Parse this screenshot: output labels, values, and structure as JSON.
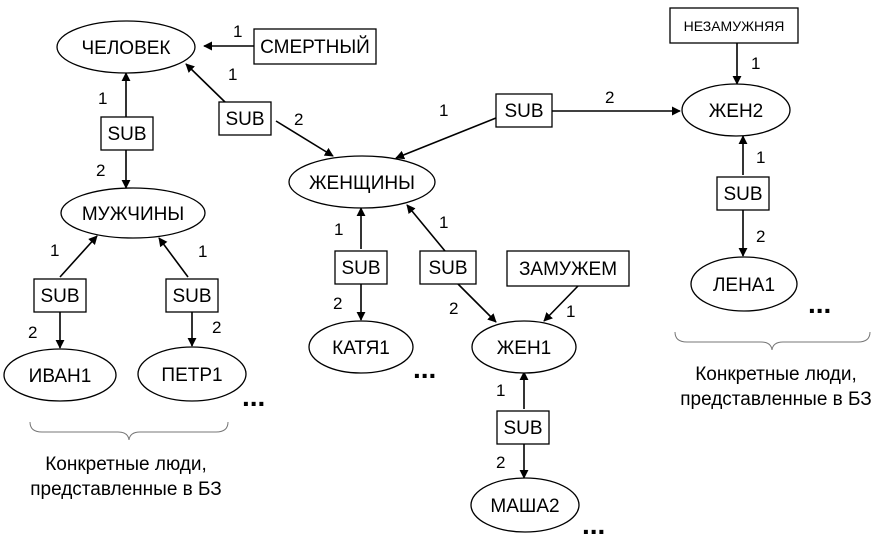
{
  "nodes": {
    "chelovek": "ЧЕЛОВЕК",
    "smertny": "СМЕРТНЫЙ",
    "muzhchiny": "МУЖЧИНЫ",
    "ivan1": "ИВАН1",
    "petr1": "ПЕТР1",
    "zhenshchiny": "ЖЕНЩИНЫ",
    "katya1": "КАТЯ1",
    "zamuzhem": "ЗАМУЖЕМ",
    "zhen1": "ЖЕН1",
    "masha2": "МАША2",
    "nezamuzhnyaya": "НЕЗАМУЖНЯЯ",
    "zhen2": "ЖЕН2",
    "lena1": "ЛЕНА1"
  },
  "sub_label": "SUB",
  "num1": "1",
  "num2": "2",
  "ellipsis": "...",
  "captions": {
    "left": [
      "Конкретные люди,",
      "представленные в БЗ"
    ],
    "right": [
      "Конкретные люди,",
      "представленные в БЗ"
    ]
  }
}
